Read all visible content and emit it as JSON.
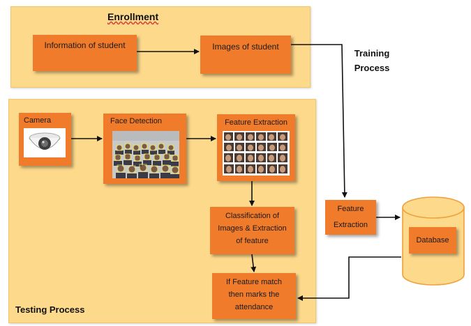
{
  "enrollment": {
    "title": "Enrollment",
    "info_box": "Information of student",
    "images_box": "Images of student"
  },
  "training": {
    "label_line1": "Training",
    "label_line2": "Process"
  },
  "testing": {
    "title": "Testing Process",
    "camera_box": "Camera",
    "face_detection_box": "Face Detection",
    "feature_extraction_box": "Feature Extraction",
    "classification_box": {
      "line1": "Classification of",
      "line2": "Images & Extraction",
      "line3": "of feature"
    },
    "match_box": {
      "line1": "If Feature match",
      "line2": "then marks the",
      "line3": "attendance"
    }
  },
  "feature_box": {
    "line1": "Feature",
    "line2": "Extraction"
  },
  "database": {
    "label": "Database"
  },
  "colors": {
    "panel": "#fdd98c",
    "box": "#f07b2a",
    "database_fill": "#fdd98c",
    "database_stroke": "#f0a03a"
  }
}
